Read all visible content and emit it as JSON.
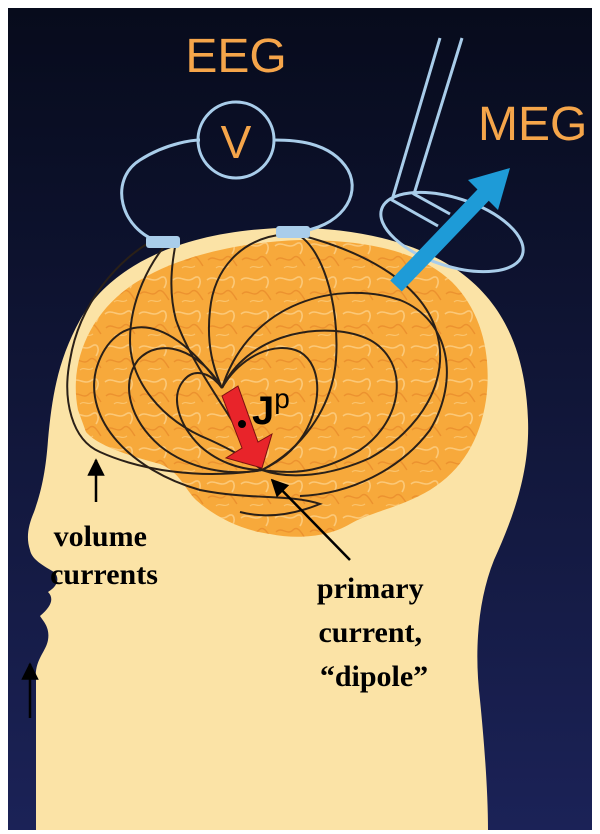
{
  "labels": {
    "eeg": "EEG",
    "voltmeter": "V",
    "meg": "MEG",
    "current_density": "J",
    "current_density_sup": "p",
    "volume_currents_line1": "volume",
    "volume_currents_line2": "currents",
    "primary_line1": "primary",
    "primary_line2": "current,",
    "primary_line3": "“dipole”"
  },
  "colors": {
    "background": "#0d1633",
    "skin": "#fbe3a6",
    "brain": "#f7a93b",
    "label_orange": "#f5a54a",
    "wire": "#a9cdea",
    "meg_arrow": "#1e9bd7",
    "dipole_arrow": "#e8242a",
    "field_lines": "#2a2018",
    "annotation_text": "#000000"
  },
  "icons": {
    "voltmeter": "voltmeter-circle-icon",
    "meg_sensor": "magnetometer-coil-icon",
    "meg_field": "outward-arrow-icon",
    "dipole": "dipole-arrow-icon"
  }
}
